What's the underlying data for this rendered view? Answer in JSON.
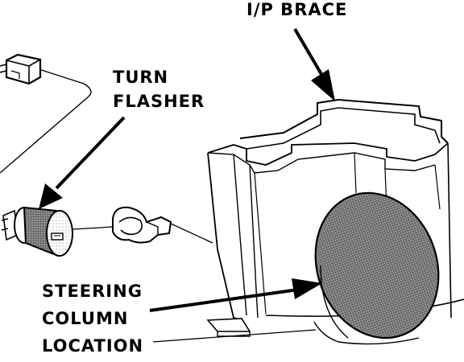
{
  "labels": {
    "ip_brace": "I/P BRACE",
    "turn_flasher": [
      "TURN",
      "FLASHER"
    ],
    "steering_column_location": [
      "STEERING",
      "COLUMN",
      "LOCATION"
    ]
  },
  "colors": {
    "ink": "#000000",
    "paper": "#ffffff",
    "shade": "#5e5e5e"
  }
}
